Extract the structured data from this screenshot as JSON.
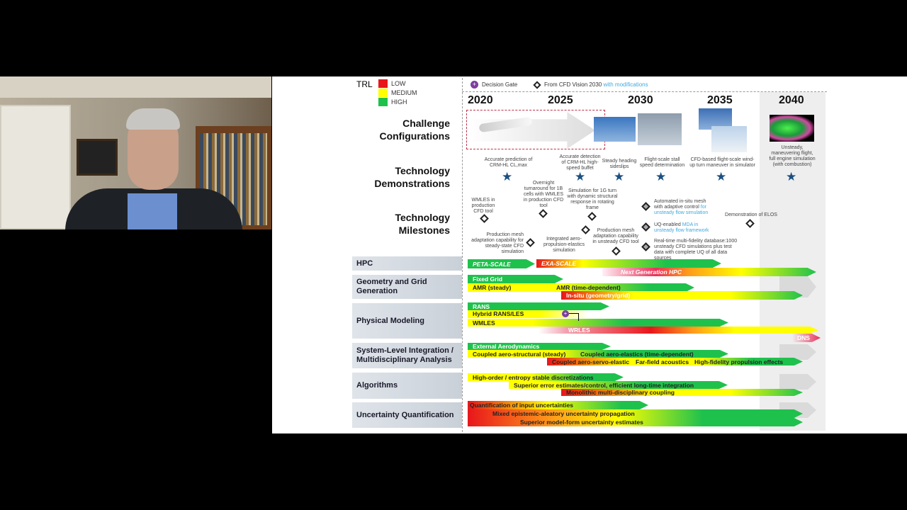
{
  "legend": {
    "trl_label": "TRL",
    "levels": [
      {
        "label": "LOW",
        "color": "#e8161b"
      },
      {
        "label": "MEDIUM",
        "color": "#ffff00"
      },
      {
        "label": "HIGH",
        "color": "#1fc14d"
      }
    ],
    "decision_gate": "Decision Gate",
    "from_vision": "From CFD Vision 2030",
    "with_mods": "with modifications"
  },
  "years": [
    "2020",
    "2025",
    "2030",
    "2035",
    "2040"
  ],
  "headers": {
    "challenge": "Challenge Configurations",
    "demos": "Technology Demonstrations",
    "milestones": "Technology Milestones"
  },
  "demonstrations": [
    "Accurate prediction of CRM-HL CL,max",
    "Accurate detection of CRM-HL high-speed buffet",
    "Steady heading sideslips",
    "Flight-scale stall speed determination",
    "CFD-based flight-scale wind-up turn maneuver in simulator",
    "Unsteady, maneuvering flight, full engine simulation (with combustion)"
  ],
  "milestones": {
    "m1": "WMLES in production CFD tool",
    "m2": "Overnight turnaround for 1B cells with WMLES in production CFD tool",
    "m3": "Simulation for 1G turn with dynamic structural response in rotating frame",
    "m4": "Production mesh adaptation capability for steady-state CFD simulation",
    "m5": "Integrated aero-propulsion-elastics simulation",
    "m6": "Production mesh adaptation capability in unsteady CFD tool",
    "m7a": "Automated in-situ mesh with adaptive control",
    "m7b": "for unsteady flow simulation",
    "m8a": "UQ-enabled",
    "m8b": "MDA in unsteady flow framework",
    "m9": "Real-time multi-fidelity database:1000 unsteady CFD simulations plus test data with complete UQ of all data sources",
    "m10": "Demonstration of ELOS"
  },
  "rows": {
    "hpc": "HPC",
    "geom": "Geometry and Grid Generation",
    "phys": "Physical Modeling",
    "sys": "System-Level Integration / Multidisciplinary Analysis",
    "alg": "Algorithms",
    "uq": "Uncertainty Quantification"
  },
  "arrows": {
    "peta": "PETA-SCALE",
    "exa": "EXA-SCALE",
    "nghpc": "Next Generation HPC",
    "fixed": "Fixed Grid",
    "amrs": "AMR (steady)",
    "amrt": "AMR (time-dependent)",
    "insitu": "In-situ (geometry/grid)",
    "rans": "RANS",
    "hybrid": "Hybrid RANS/LES",
    "wmles": "WMLES",
    "wrles": "WRLES",
    "dns": "DNS",
    "ext": "External Aerodynamics",
    "cas": "Coupled aero-structural (steady)",
    "cae": "Coupled aero-elastics (time-dependent)",
    "case": "Coupled aero-servo-elastic",
    "ffa": "Far-field acoustics",
    "hfp": "High-fidelity propulsion effects",
    "ho": "High-order / entropy stable discretizations",
    "see": "Superior error estimates/control, efficient long-time integration",
    "mono": "Monolithic multi-disciplinary coupling",
    "qiu": "Quantification of input uncertainties",
    "mea": "Mixed epistemic-aleatory uncertainty propagation",
    "smf": "Superior model-form uncertainty estimates"
  }
}
